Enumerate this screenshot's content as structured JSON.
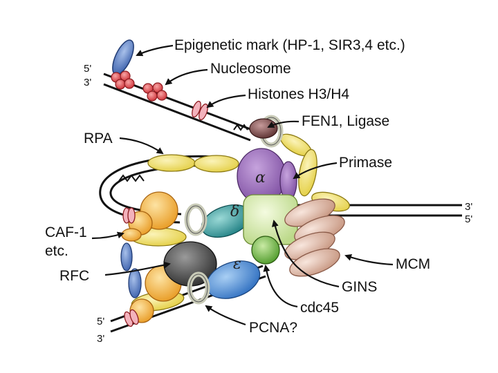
{
  "labels": {
    "epigenetic": "Epigenetic mark (HP-1, SIR3,4 etc.)",
    "nucleosome": "Nucleosome",
    "histones": "Histones H3/H4",
    "fen1": "FEN1, Ligase",
    "rpa": "RPA",
    "primase": "Primase",
    "caf1_line1": "CAF-1",
    "caf1_line2": "etc.",
    "rfc": "RFC",
    "mcm": "MCM",
    "gins": "GINS",
    "cdc45": "cdc45",
    "pcna": "PCNA?"
  },
  "polymerases": {
    "alpha": "α",
    "delta": "δ",
    "epsilon": "ε"
  },
  "strand_ends": {
    "top_left_5": "5'",
    "top_left_3": "3'",
    "right_3": "3'",
    "right_5": "5'",
    "bottom_left_5": "5'",
    "bottom_left_3": "3'"
  },
  "colors": {
    "rpa": "#f2e37a",
    "alpha": "#9b6fb5",
    "delta": "#2f9ea0",
    "epsilon": "#4a8fd6",
    "mcm": "#e6bfae",
    "gins": "#dcefb0",
    "cdc45": "#7cbf4a",
    "pcna": "#c9cbb8",
    "rfc": "#444444",
    "orange": "#f5b23a",
    "histone": "#e98a9a",
    "nucleosome": "#e2484f",
    "epigenetic": "#5a7fc4",
    "fen1": "#7a4a4a"
  }
}
